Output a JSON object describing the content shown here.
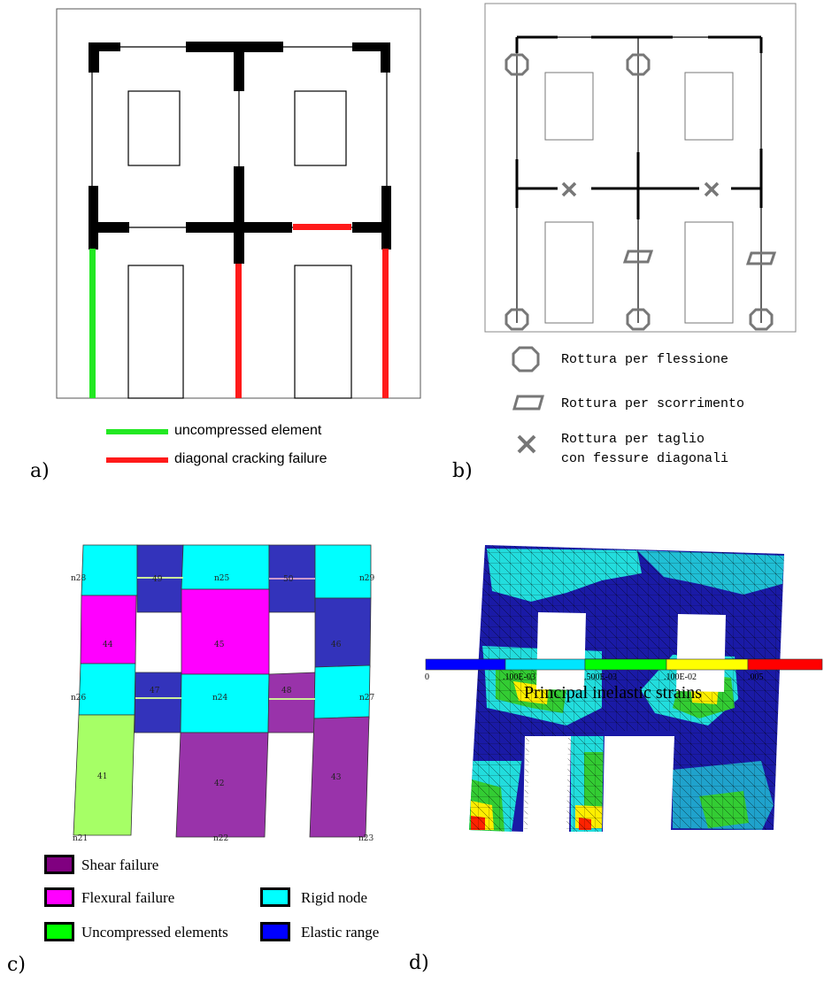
{
  "panels": {
    "a": {
      "label": "a)",
      "legend": [
        {
          "text": "uncompressed element",
          "color": "#22e822"
        },
        {
          "text": "diagonal cracking failure",
          "color": "#ff1a1a"
        }
      ]
    },
    "b": {
      "label": "b)",
      "legend": [
        {
          "icon": "octagon-icon",
          "text": "Rottura per flessione"
        },
        {
          "icon": "parallelogram-icon",
          "text": "Rottura per scorrimento"
        },
        {
          "icon": "cross-icon",
          "text": "Rottura per taglio\ncon fessure diagonali"
        }
      ]
    },
    "c": {
      "label": "c)",
      "element_labels": {
        "n28": "n28",
        "n25": "n25",
        "n29": "n29",
        "e49": "49",
        "e50": "50",
        "e44": "44",
        "e45": "45",
        "e46": "46",
        "n26": "n26",
        "n24": "n24",
        "n27": "n27",
        "e47": "47",
        "e48": "48",
        "e41": "41",
        "e42": "42",
        "e43": "43",
        "n21": "n21",
        "n22": "n22",
        "n23": "n23"
      },
      "colors": {
        "rigid": "#00ffff",
        "elastic": "#3333bb",
        "flexural": "#ff00ff",
        "shear": "#9933aa",
        "uncompressed": "#a6ff66"
      },
      "legend": [
        {
          "text": "Shear failure",
          "color": "#800080"
        },
        {
          "text": "Flexural failure",
          "color": "#ff00ff"
        },
        {
          "text": "Rigid node",
          "color": "#00ffff"
        },
        {
          "text": "Uncompressed elements",
          "color": "#00ff00"
        },
        {
          "text": "Elastic range",
          "color": "#0000ff"
        }
      ]
    },
    "d": {
      "label": "d)",
      "colorbar": {
        "title": "Principal inelastic strains",
        "ticks": [
          "0",
          ".100E-03",
          ".500E-03",
          ".100E-02",
          ".005"
        ],
        "colors": [
          "#0000ff",
          "#00e5ff",
          "#00ff00",
          "#ffff00",
          "#ff0000"
        ]
      },
      "mesh_colors": {
        "background": "#1a1aa6",
        "cyan": "#22dddd",
        "green": "#33cc33",
        "yellow": "#ffee00",
        "red": "#ff2200"
      }
    }
  }
}
